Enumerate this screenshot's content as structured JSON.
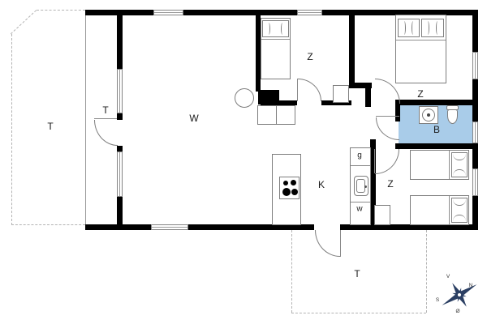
{
  "rooms": {
    "terrace_open": {
      "label": "T"
    },
    "terrace_covered": {
      "label": "T"
    },
    "living_room": {
      "label": "W"
    },
    "bedroom_top": {
      "label": "Z"
    },
    "bedroom_right": {
      "label": "Z"
    },
    "bedroom_bottom": {
      "label": "Z"
    },
    "bathroom": {
      "label": "B"
    },
    "kitchen": {
      "label": "K"
    },
    "closet": {
      "label": "g"
    },
    "utility": {
      "label": "w"
    },
    "terrace_south": {
      "label": "T"
    }
  },
  "compass": {
    "north": "N",
    "south": "S",
    "east": "Ø",
    "west": "V"
  },
  "colors": {
    "bathroom_fill": "#a9cce9",
    "wall": "#000000",
    "compass": "#2b3f63",
    "dashed_outline": "#b3b3b3"
  }
}
